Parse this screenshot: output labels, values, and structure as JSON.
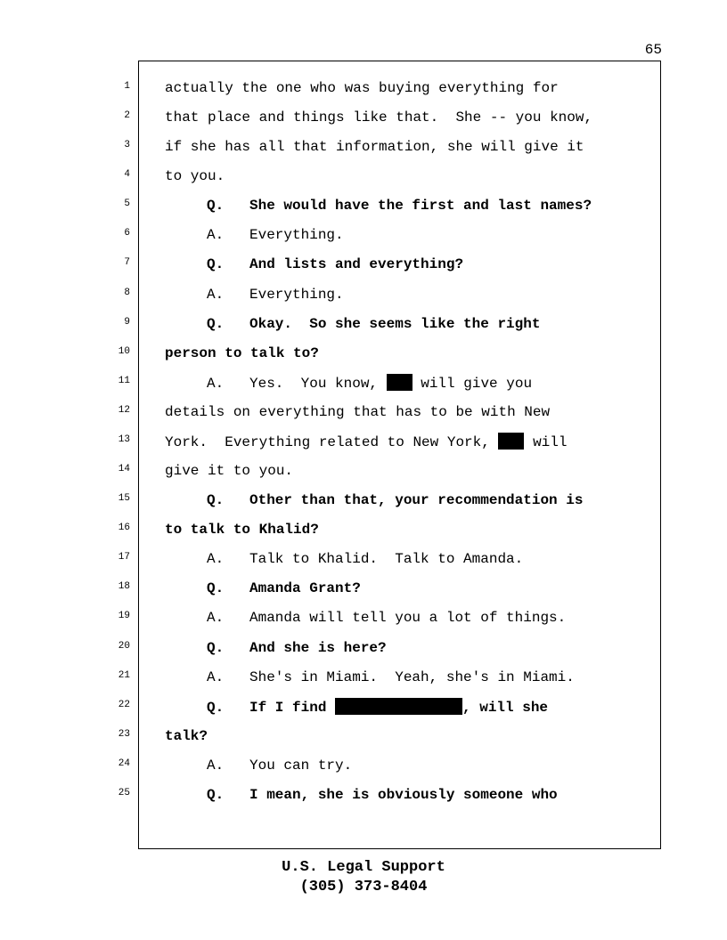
{
  "page_number": "65",
  "lines": [
    {
      "n": "1",
      "bold": false,
      "indent": false,
      "segments": [
        {
          "text": "actually the one who was buying everything for"
        }
      ]
    },
    {
      "n": "2",
      "bold": false,
      "indent": false,
      "segments": [
        {
          "text": "that place and things like that.  She -- you know,"
        }
      ]
    },
    {
      "n": "3",
      "bold": false,
      "indent": false,
      "segments": [
        {
          "text": "if she has all that information, she will give it"
        }
      ]
    },
    {
      "n": "4",
      "bold": false,
      "indent": false,
      "segments": [
        {
          "text": "to you."
        }
      ]
    },
    {
      "n": "5",
      "bold": true,
      "indent": true,
      "label": "Q.",
      "segments": [
        {
          "text": "She would have the first and last names?"
        }
      ]
    },
    {
      "n": "6",
      "bold": false,
      "indent": true,
      "label": "A.",
      "segments": [
        {
          "text": "Everything."
        }
      ]
    },
    {
      "n": "7",
      "bold": true,
      "indent": true,
      "label": "Q.",
      "segments": [
        {
          "text": "And lists and everything?"
        }
      ]
    },
    {
      "n": "8",
      "bold": false,
      "indent": true,
      "label": "A.",
      "segments": [
        {
          "text": "Everything."
        }
      ]
    },
    {
      "n": "9",
      "bold": true,
      "indent": true,
      "label": "Q.",
      "segments": [
        {
          "text": "Okay.  So she seems like the right"
        }
      ]
    },
    {
      "n": "10",
      "bold": true,
      "indent": false,
      "segments": [
        {
          "text": "person to talk to?"
        }
      ]
    },
    {
      "n": "11",
      "bold": false,
      "indent": true,
      "label": "A.",
      "segments": [
        {
          "text": "Yes.  You know, "
        },
        {
          "redaction": "short"
        },
        {
          "text": " will give you"
        }
      ]
    },
    {
      "n": "12",
      "bold": false,
      "indent": false,
      "segments": [
        {
          "text": "details on everything that has to be with New"
        }
      ]
    },
    {
      "n": "13",
      "bold": false,
      "indent": false,
      "segments": [
        {
          "text": "York.  Everything related to New York, "
        },
        {
          "redaction": "short"
        },
        {
          "text": " will"
        }
      ]
    },
    {
      "n": "14",
      "bold": false,
      "indent": false,
      "segments": [
        {
          "text": "give it to you."
        }
      ]
    },
    {
      "n": "15",
      "bold": true,
      "indent": true,
      "label": "Q.",
      "segments": [
        {
          "text": "Other than that, your recommendation is"
        }
      ]
    },
    {
      "n": "16",
      "bold": true,
      "indent": false,
      "segments": [
        {
          "text": "to talk to Khalid?"
        }
      ]
    },
    {
      "n": "17",
      "bold": false,
      "indent": true,
      "label": "A.",
      "segments": [
        {
          "text": "Talk to Khalid.  Talk to Amanda."
        }
      ]
    },
    {
      "n": "18",
      "bold": true,
      "indent": true,
      "label": "Q.",
      "segments": [
        {
          "text": "Amanda Grant?"
        }
      ]
    },
    {
      "n": "19",
      "bold": false,
      "indent": true,
      "label": "A.",
      "segments": [
        {
          "text": "Amanda will tell you a lot of things."
        }
      ]
    },
    {
      "n": "20",
      "bold": true,
      "indent": true,
      "label": "Q.",
      "segments": [
        {
          "text": "And she is here?"
        }
      ]
    },
    {
      "n": "21",
      "bold": false,
      "indent": true,
      "label": "A.",
      "segments": [
        {
          "text": "She's in Miami.  Yeah, she's in Miami."
        }
      ]
    },
    {
      "n": "22",
      "bold": true,
      "indent": true,
      "label": "Q.",
      "segments": [
        {
          "text": "If I find "
        },
        {
          "redaction": "long"
        },
        {
          "text": ", will she"
        }
      ]
    },
    {
      "n": "23",
      "bold": true,
      "indent": false,
      "segments": [
        {
          "text": "talk?"
        }
      ]
    },
    {
      "n": "24",
      "bold": false,
      "indent": true,
      "label": "A.",
      "segments": [
        {
          "text": "You can try."
        }
      ]
    },
    {
      "n": "25",
      "bold": true,
      "indent": true,
      "label": "Q.",
      "segments": [
        {
          "text": "I mean, she is obviously someone who"
        }
      ]
    }
  ],
  "footer": {
    "company": "U.S. Legal Support",
    "phone": "(305) 373-8404"
  }
}
